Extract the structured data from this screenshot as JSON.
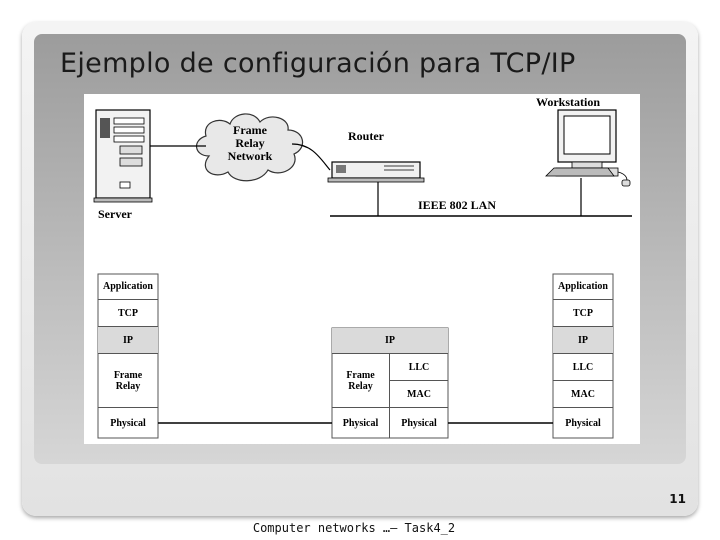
{
  "slide": {
    "title": "Ejemplo de configuración para TCP/IP",
    "page_number": "11",
    "footer": "Computer networks …– Task4_2"
  },
  "diagram": {
    "devices": {
      "server": "Server",
      "workstation": "Workstation",
      "router": "Router",
      "cloud": "Frame Relay Network",
      "lan": "IEEE 802 LAN"
    },
    "stacks": {
      "server": [
        "Application",
        "TCP",
        "IP",
        "Frame Relay",
        "Physical"
      ],
      "router": {
        "ip": "IP",
        "frame_relay": "Frame Relay",
        "llc": "LLC",
        "mac": "MAC",
        "physical_left": "Physical",
        "physical_right": "Physical"
      },
      "workstation": [
        "Application",
        "TCP",
        "IP",
        "LLC",
        "MAC",
        "Physical"
      ]
    }
  }
}
